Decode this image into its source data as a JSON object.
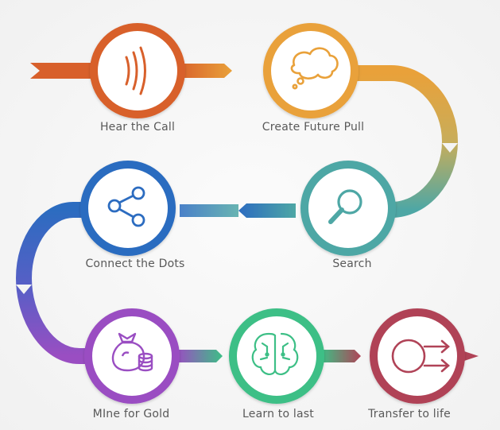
{
  "steps": [
    {
      "id": "hear",
      "label": "Hear the Call",
      "color": "#d8602b",
      "icon": "sound-waves-icon"
    },
    {
      "id": "future",
      "label": "Create Future Pull",
      "color": "#e9a13a",
      "icon": "thought-cloud-icon"
    },
    {
      "id": "search",
      "label": "Search",
      "color": "#4ea7a5",
      "icon": "magnifier-icon"
    },
    {
      "id": "connect",
      "label": "Connect the Dots",
      "color": "#2c6cc0",
      "icon": "share-network-icon"
    },
    {
      "id": "mine",
      "label": "MIne for Gold",
      "color": "#9a4ec2",
      "icon": "money-bag-icon"
    },
    {
      "id": "learn",
      "label": "Learn to last",
      "color": "#3dbf86",
      "icon": "brain-icon"
    },
    {
      "id": "transfer",
      "label": "Transfer to life",
      "color": "#b04357",
      "icon": "circle-arrows-icon"
    }
  ]
}
